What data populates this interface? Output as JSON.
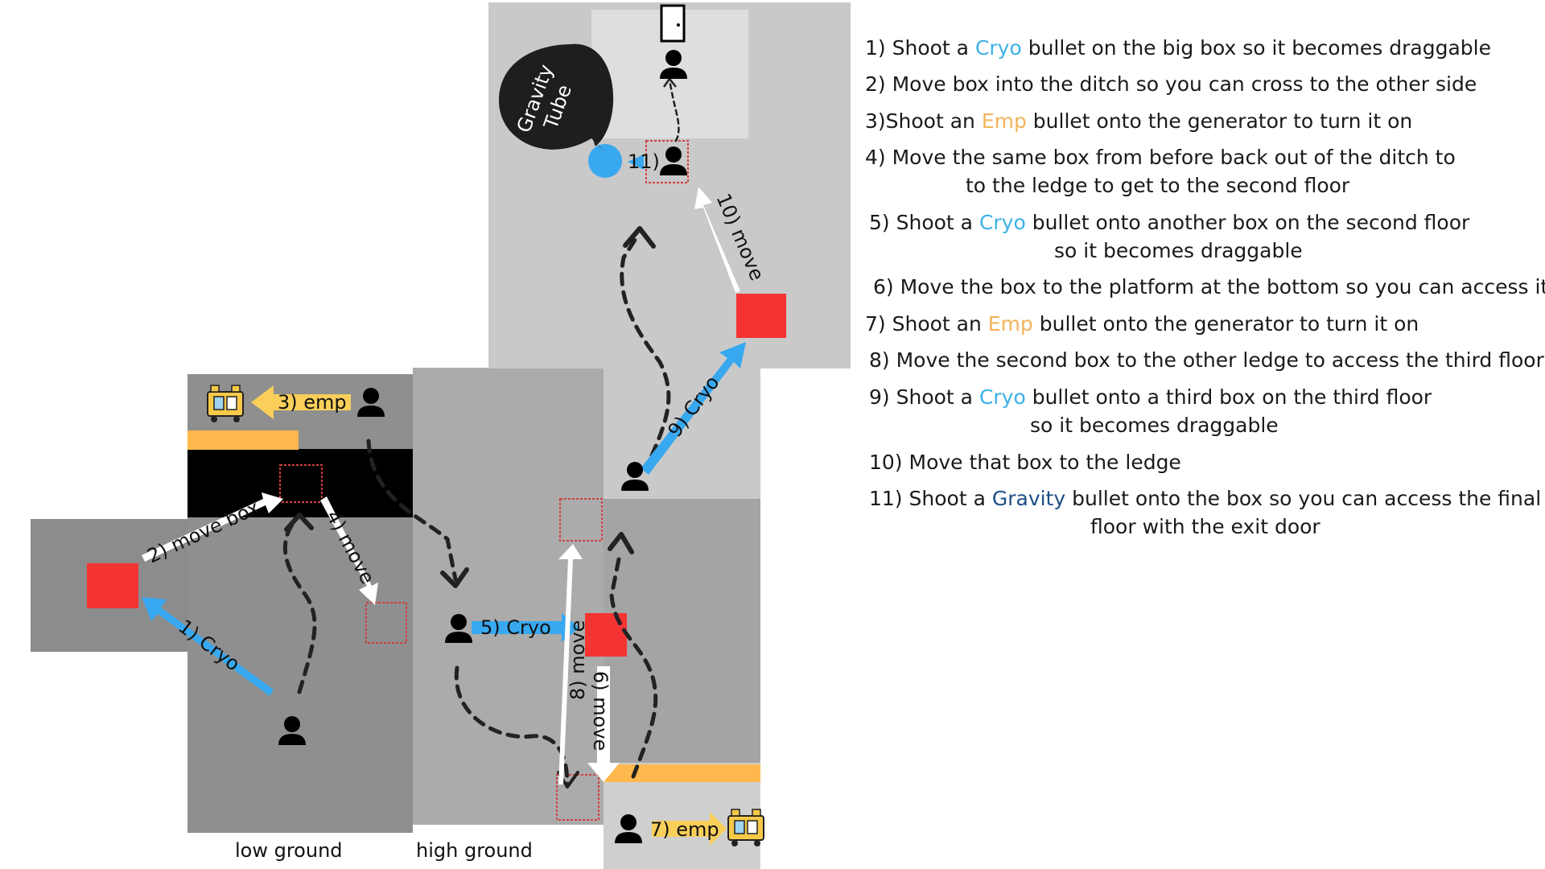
{
  "colors": {
    "cryo": "#38a8f0",
    "emp": "#f9cf5a",
    "gravity": "#1d4d86",
    "box": "#f43333",
    "ledge": "#ffb84d",
    "ditch": "#000000"
  },
  "area_labels": {
    "low": "low ground",
    "high": "high ground"
  },
  "bubble": {
    "line1": "Gravity",
    "line2": "Tube"
  },
  "arrows": {
    "a1": "1) Cryo",
    "a2": "2) move box",
    "a3": "3) emp",
    "a4": "4) move",
    "a5": "5) Cryo",
    "a6": "6) move",
    "a7": "7) emp",
    "a8": "8) move",
    "a9": "9) Cryo",
    "a10": "10) move",
    "a11": "11)"
  },
  "steps": [
    {
      "pre": "1) Shoot a ",
      "kw": "Cryo",
      "kw_type": "cryo",
      "post": " bullet on the big box so it becomes draggable",
      "line2": ""
    },
    {
      "pre": "2) Move box into the ditch so you can cross to the other side",
      "kw": "",
      "kw_type": "",
      "post": "",
      "line2": ""
    },
    {
      "pre": "3)Shoot an ",
      "kw": "Emp",
      "kw_type": "emp",
      "post": " bullet onto the generator to turn it on",
      "line2": ""
    },
    {
      "pre": "4) Move the same box from before back out of the ditch to",
      "kw": "",
      "kw_type": "",
      "post": "",
      "line2": "to the ledge to get to the second floor"
    },
    {
      "pre": "5) Shoot a ",
      "kw": "Cryo",
      "kw_type": "cryo",
      "post": " bullet onto another box on the second floor",
      "line2": "so it becomes draggable"
    },
    {
      "pre": "6) Move the box to the platform at the bottom so you can access it",
      "kw": "",
      "kw_type": "",
      "post": "",
      "line2": ""
    },
    {
      "pre": "7) Shoot an ",
      "kw": "Emp",
      "kw_type": "emp",
      "post": " bullet onto the generator to turn it on",
      "line2": ""
    },
    {
      "pre": "8) Move the second box to the other ledge to access the third floor",
      "kw": "",
      "kw_type": "",
      "post": "",
      "line2": ""
    },
    {
      "pre": "9) Shoot a ",
      "kw": "Cryo",
      "kw_type": "cryo",
      "post": " bullet onto a third box on the third floor",
      "line2": "so it becomes draggable"
    },
    {
      "pre": "10) Move that box to the ledge",
      "kw": "",
      "kw_type": "",
      "post": "",
      "line2": ""
    },
    {
      "pre": "11) Shoot a ",
      "kw": "Gravity",
      "kw_type": "gravity",
      "post": " bullet onto the box so you can access the final",
      "line2": "floor with the exit door"
    }
  ]
}
